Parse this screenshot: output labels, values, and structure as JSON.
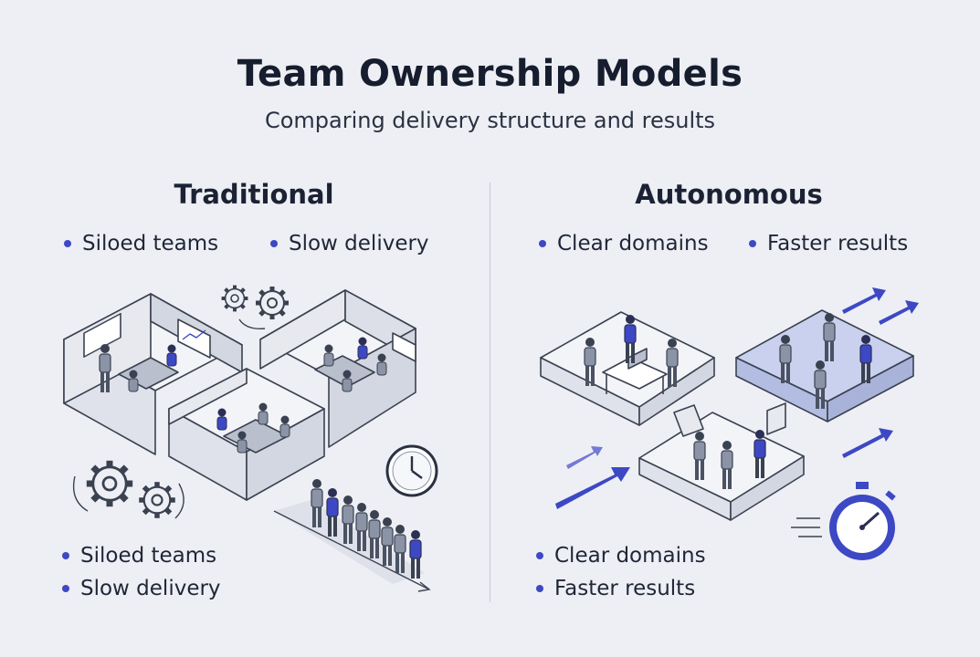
{
  "header": {
    "title": "Team Ownership Models",
    "subtitle": "Comparing delivery structure and results"
  },
  "traditional": {
    "title": "Traditional",
    "top_bullets": [
      "Siloed teams",
      "Slow delivery"
    ],
    "bottom_bullets": [
      "Siloed teams",
      "Slow delivery"
    ]
  },
  "autonomous": {
    "title": "Autonomous",
    "top_bullets": [
      "Clear domains",
      "Faster results"
    ],
    "bottom_bullets": [
      "Clear domains",
      "Faster results"
    ]
  },
  "colors": {
    "accent": "#3d48c4",
    "background": "#edeff4",
    "line": "#3a4150",
    "tint": "#c9d1ee"
  }
}
